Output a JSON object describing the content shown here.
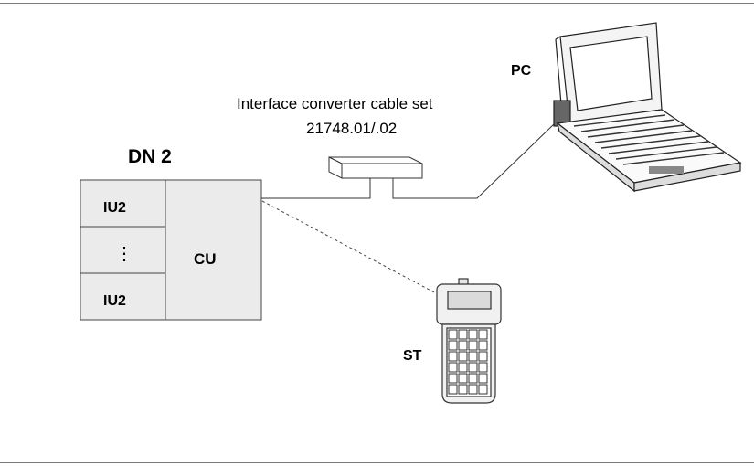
{
  "diagram": {
    "title": "DN 2",
    "units": {
      "iu_top": "IU2",
      "dots": "⋮",
      "iu_bottom": "IU2",
      "cu": "CU"
    },
    "converter": {
      "line1": "Interface converter cable set",
      "line2": "21748.01/.02"
    },
    "pc_label": "PC",
    "st_label": "ST"
  }
}
